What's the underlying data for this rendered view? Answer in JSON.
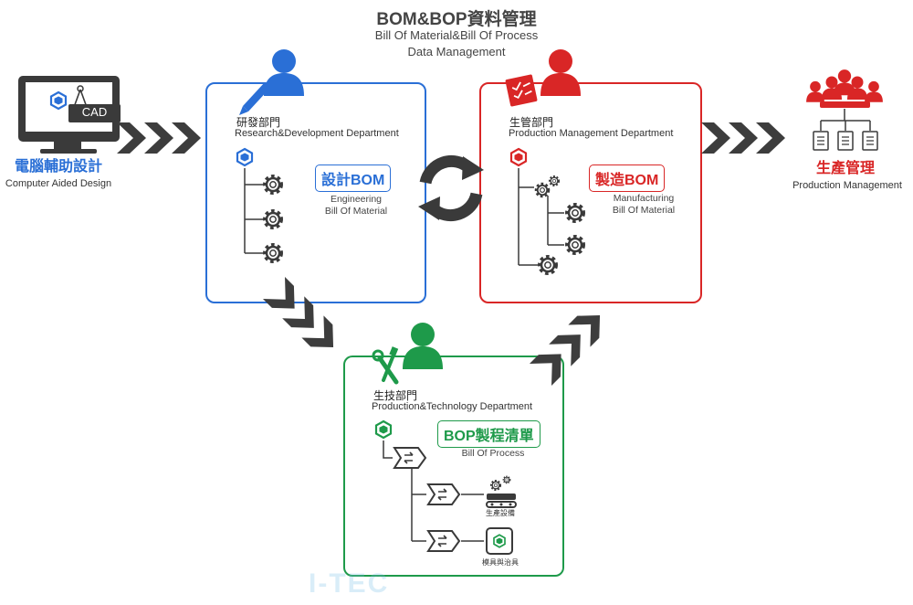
{
  "header": {
    "title": "BOM&BOP資料管理",
    "subtitle_line1": "Bill Of Material&Bill Of Process",
    "subtitle_line2": "Data Management"
  },
  "cad": {
    "icon_label": "CAD",
    "title_zh": "電腦輔助設計",
    "title_en": "Computer Aided Design"
  },
  "rd": {
    "dept_zh": "研發部門",
    "dept_en": "Research&Development Department",
    "badge": "設計BOM",
    "badge_en_1": "Engineering",
    "badge_en_2": "Bill Of Material"
  },
  "pm": {
    "dept_zh": "生管部門",
    "dept_en": "Production Management Department",
    "badge": "製造BOM",
    "badge_en_1": "Manufacturing",
    "badge_en_2": "Bill Of Material"
  },
  "pt": {
    "dept_zh": "生技部門",
    "dept_en": "Production&Technology Department",
    "badge": "BOP製程清單",
    "badge_en": "Bill Of Process",
    "item1": "生產設備",
    "item2": "模具與治具"
  },
  "prod": {
    "title_zh": "生產管理",
    "title_en": "Production Management"
  },
  "watermark": "I-TEC",
  "colors": {
    "blue": "#2a6fd6",
    "red": "#d92626",
    "green": "#1e9a4a",
    "dark": "#3a3a3a"
  }
}
